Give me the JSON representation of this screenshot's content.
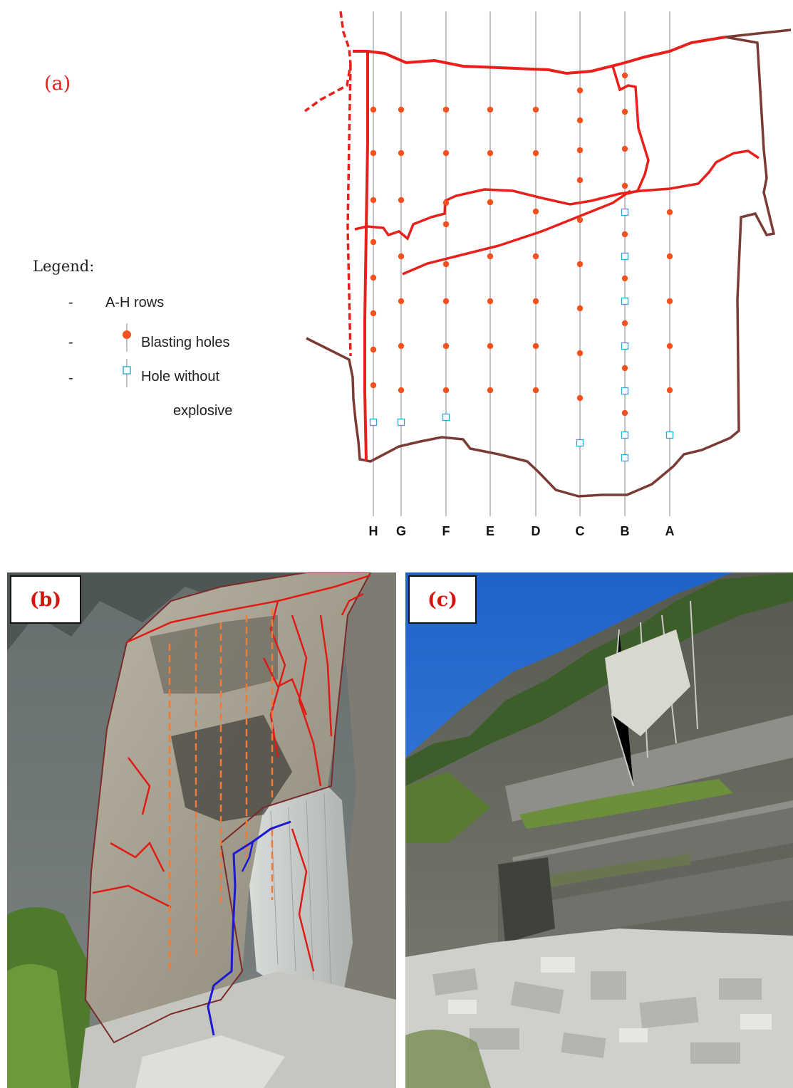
{
  "panel_a": {
    "label": "(a)",
    "legend": {
      "title": "Legend:",
      "items": [
        {
          "dash": "-",
          "label": "A-H rows",
          "icon": "row-line"
        },
        {
          "dash": "-",
          "label": "Blasting holes",
          "icon": "filled-dot",
          "color": "#f4511e"
        },
        {
          "dash": "-",
          "label": "Hole without",
          "label2": "explosive",
          "icon": "open-square",
          "color": "#29a9d6"
        }
      ]
    },
    "rows": [
      "H",
      "G",
      "F",
      "E",
      "D",
      "C",
      "B",
      "A"
    ],
    "colors": {
      "grid": "#999999",
      "fracture": "#e8201c",
      "boundary": "#7a3b34",
      "blast_hole": "#f4511e",
      "empty_hole": "#29a9d6"
    }
  },
  "panel_b": {
    "label": "(b)",
    "description_icons": [
      "rock-face-photo",
      "fracture-lines",
      "blast-hole-lines",
      "blue-crack-line"
    ],
    "colors": {
      "fracture": "#e01a14",
      "blast_line": "#f07a3a",
      "crack": "#1c18d4",
      "outline": "#7a2a2a"
    }
  },
  "panel_c": {
    "label": "(c)",
    "description_icons": [
      "quarry-benches-photo",
      "sky",
      "rock-debris"
    ],
    "colors": {
      "sky": "#2d73d4",
      "rock": "#6b6d68",
      "debris": "#cfd0cc",
      "vegetation": "#6f8d3a"
    }
  }
}
